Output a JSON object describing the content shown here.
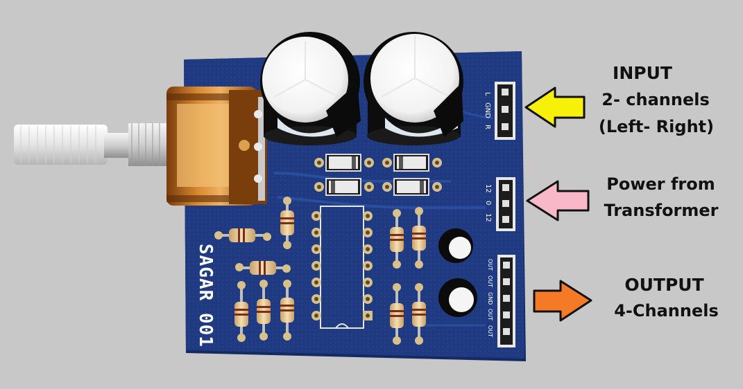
{
  "board": {
    "brand_text": "SAGAR 001",
    "input_pins": [
      "L",
      "GND",
      "R"
    ],
    "power_pins": [
      "12",
      "0",
      "12"
    ],
    "output_pins": [
      "OUT",
      "OUT",
      "GND",
      "OUT",
      "OUT"
    ]
  },
  "labels": {
    "input_title": "INPUT",
    "input_line2": "2- channels",
    "input_line3": "(Left- Right)",
    "power_line1": "Power from",
    "power_line2": "Transformer",
    "output_title": "OUTPUT",
    "output_line2": "4-Channels"
  },
  "colors": {
    "background": "#c8c8c8",
    "pcb": "#1f3a80",
    "input_arrow": "#f7f10a",
    "power_arrow": "#f9b8c8",
    "output_arrow": "#f47a28"
  },
  "icons": {
    "input_arrow": "arrow-left-icon",
    "power_arrow": "arrow-left-icon",
    "output_arrow": "arrow-right-icon"
  }
}
